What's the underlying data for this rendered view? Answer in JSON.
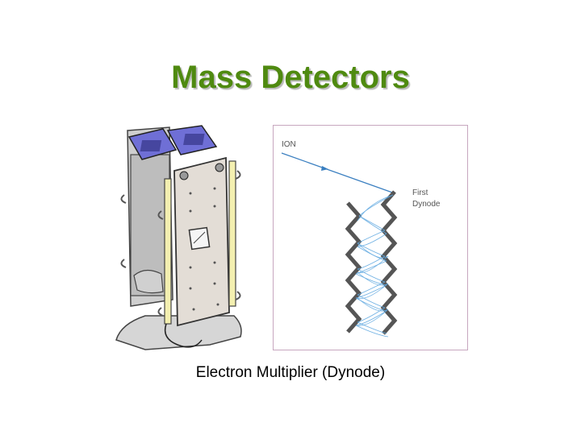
{
  "slide": {
    "title": "Mass Detectors",
    "caption": "Electron Multiplier (Dynode)"
  },
  "diagram": {
    "ion_label": "ION",
    "dynode_label_line1": "First",
    "dynode_label_line2": "Dynode"
  },
  "colors": {
    "title": "#4f8a10",
    "device_blue": "#6f6fd6",
    "plate": "#e3ddd6",
    "rod": "#f3efb0",
    "dynode": "#555555",
    "electron_path": "#5fa8e0",
    "panel_border": "#c7a7bf"
  }
}
